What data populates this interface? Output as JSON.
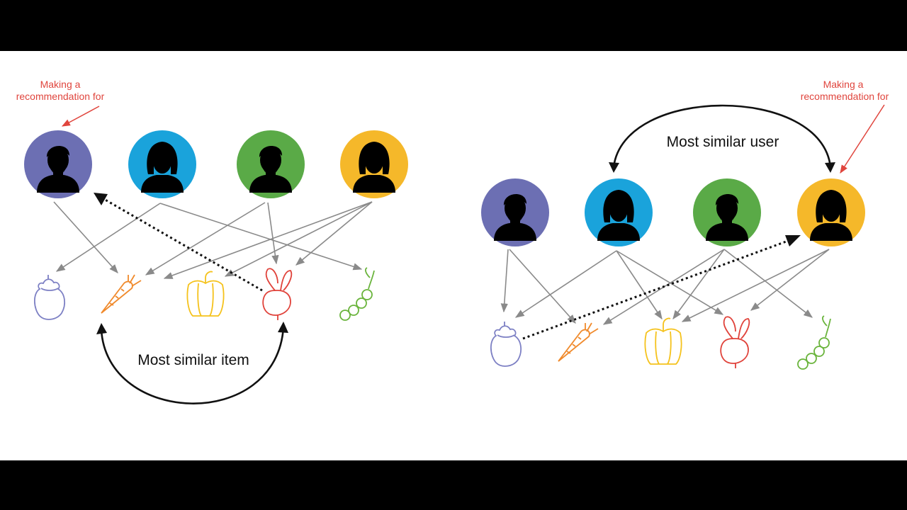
{
  "left_panel": {
    "annotation_line1": "Making a",
    "annotation_line2": "recommendation for",
    "similarity_label": "Most similar item"
  },
  "right_panel": {
    "annotation_line1": "Making a",
    "annotation_line2": "recommendation for",
    "similarity_label": "Most similar user"
  },
  "colors": {
    "user_purple": "#6c6fb3",
    "user_blue": "#1aa3db",
    "user_green": "#5aaa47",
    "user_yellow": "#f5b82a",
    "eggplant": "#7d80c4",
    "carrot": "#f08a2c",
    "pepper": "#f5c21c",
    "beet": "#e0423a",
    "peas": "#6ab43c",
    "annotation_red": "#e0453d",
    "connector_gray": "#8a8a8a",
    "arc_black": "#111111"
  },
  "icons": {
    "users": [
      "male-user-icon",
      "female-user-icon",
      "male-user-icon",
      "female-user-icon"
    ],
    "items": [
      "eggplant-icon",
      "carrot-icon",
      "bell-pepper-icon",
      "beet-icon",
      "peas-icon"
    ]
  }
}
